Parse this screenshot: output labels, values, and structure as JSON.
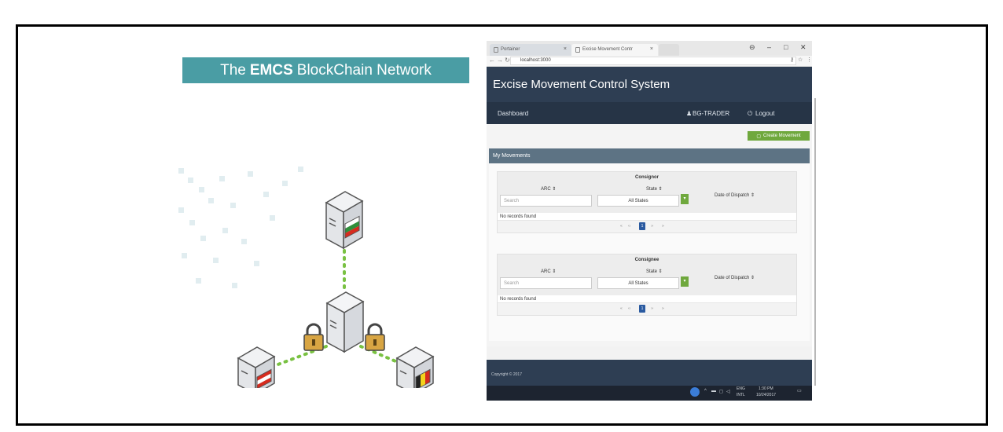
{
  "slide": {
    "title_pre": "The",
    "title_bold": "EMCS",
    "title_post": "BlockChain Network",
    "node_labels": {
      "top": "BG",
      "left": "AT",
      "right": "BE"
    }
  },
  "browser": {
    "tabs": [
      "Portainer",
      "Excise Movement Contr",
      ""
    ],
    "address": "localhost:3000",
    "window_controls": [
      "⊖",
      "–",
      "□",
      "✕"
    ]
  },
  "app": {
    "title": "Excise Movement Control System",
    "nav": {
      "dashboard": "Dashboard",
      "user": "BG-TRADER",
      "logout": "Logout"
    },
    "create_button": "Create Movement",
    "panel_title": "My Movements",
    "tables": [
      {
        "title": "Consignor",
        "col_arc": "ARC ⇕",
        "col_state": "State ⇕",
        "col_date": "Date of Dispatch ⇕",
        "search_placeholder": "Search",
        "state_filter": "All States",
        "empty_text": "No records found",
        "pager": {
          "first": "«",
          "prev": "‹‹",
          "current": "1",
          "next": "››",
          "last": "»"
        }
      },
      {
        "title": "Consignee",
        "col_arc": "ARC ⇕",
        "col_state": "State ⇕",
        "col_date": "Date of Dispatch ⇕",
        "search_placeholder": "Search",
        "state_filter": "All States",
        "empty_text": "No records found",
        "pager": {
          "first": "«",
          "prev": "‹‹",
          "current": "1",
          "next": "››",
          "last": "»"
        }
      }
    ],
    "footer": "Copyright © 2017"
  },
  "taskbar": {
    "lang": "ENG",
    "lang2": "INTL",
    "time": "1:30 PM",
    "date": "10/24/2017"
  },
  "colors": {
    "title_bar": "#4a9da4",
    "header": "#2e3e53",
    "accent_green": "#6fa83d",
    "pager_active": "#2a5aa0"
  }
}
